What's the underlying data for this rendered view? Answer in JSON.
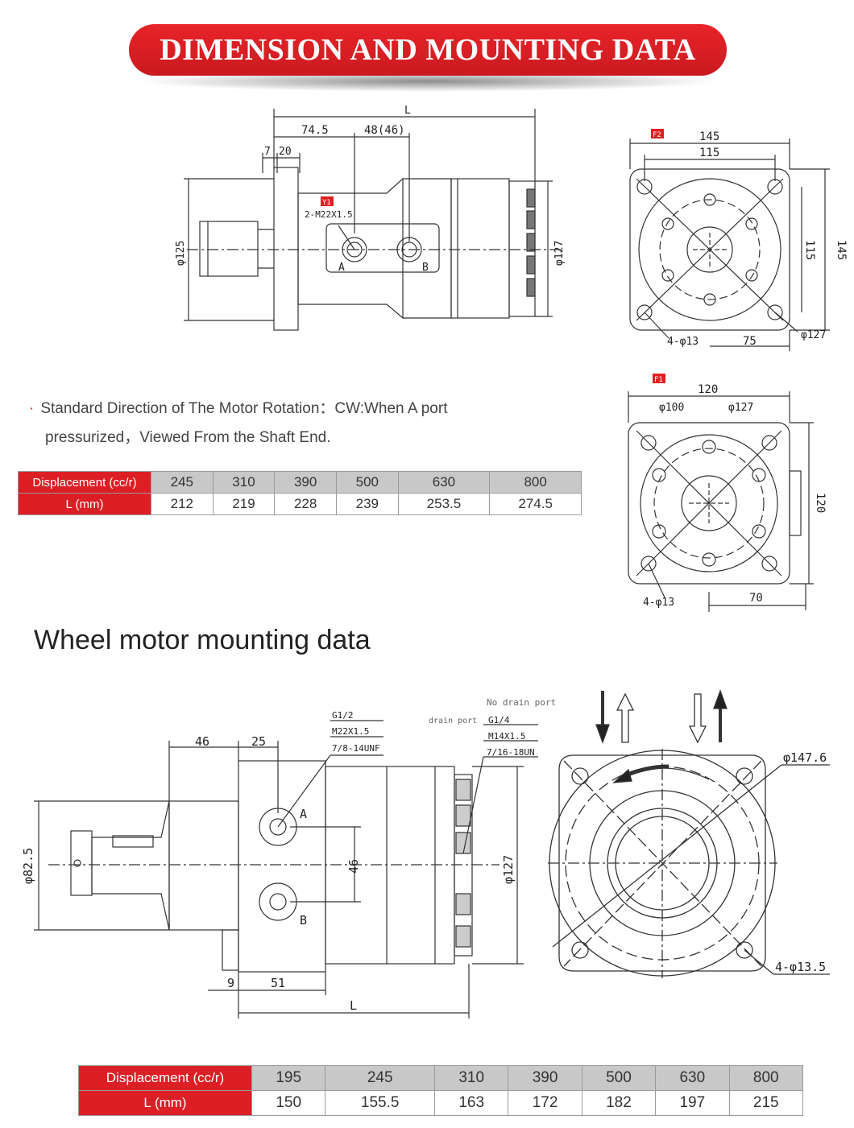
{
  "banner_title": "DIMENSION AND MOUNTING DATA",
  "top_drawing": {
    "dim_L": "L",
    "dim_74_5": "74.5",
    "dim_48": "48(46)",
    "dim_7": "7",
    "dim_20": "20",
    "dim_phi125": "φ125",
    "dim_phi127": "φ127",
    "tag_y1": "Y1",
    "port_thread": "2-M22X1.5",
    "port_a": "A",
    "port_b": "B"
  },
  "f2_view": {
    "tag": "F2",
    "dim_145_top": "145",
    "dim_115_top": "115",
    "dim_145_side": "145",
    "dim_115_side": "115",
    "holes": "4-φ13",
    "dim_75": "75",
    "dim_phi127": "φ127"
  },
  "f1_view": {
    "tag": "F1",
    "dim_120_top": "120",
    "dim_phi100": "φ100",
    "dim_phi127": "φ127",
    "dim_120_side": "120",
    "holes": "4-φ13",
    "dim_70": "70"
  },
  "note": {
    "line1": "Standard Direction of The Motor Rotation：CW:When A port",
    "line2": "pressurized，Viewed From the Shaft End."
  },
  "table1": {
    "header_top": "Displacement (cc/r)",
    "header_bottom": "L (mm)",
    "displacement": [
      "245",
      "310",
      "390",
      "500",
      "630",
      "800"
    ],
    "length": [
      "212",
      "219",
      "228",
      "239",
      "253.5",
      "274.5"
    ]
  },
  "subtitle": "Wheel motor mounting data",
  "wheel_drawing": {
    "dim_46_top": "46",
    "dim_25": "25",
    "port_spec_1": "G1/2",
    "port_spec_2": "M22X1.5",
    "port_spec_3": "7/8-14UNF",
    "no_drain": "No drain port",
    "drain_port": "drain port",
    "drain_spec_1": "G1/4",
    "drain_spec_2": "M14X1.5",
    "drain_spec_3": "7/16-18UN",
    "dim_phi82_5": "φ82.5",
    "dim_46_mid": "46",
    "dim_phi127": "φ127",
    "port_a": "A",
    "port_b": "B",
    "dim_9": "9",
    "dim_51": "51",
    "dim_L": "L",
    "dim_phi147_6": "φ147.6",
    "holes": "4-φ13.5"
  },
  "table2": {
    "header_top": "Displacement (cc/r)",
    "header_bottom": "L (mm)",
    "displacement": [
      "195",
      "245",
      "310",
      "390",
      "500",
      "630",
      "800"
    ],
    "length": [
      "150",
      "155.5",
      "163",
      "172",
      "182",
      "197",
      "215"
    ]
  }
}
